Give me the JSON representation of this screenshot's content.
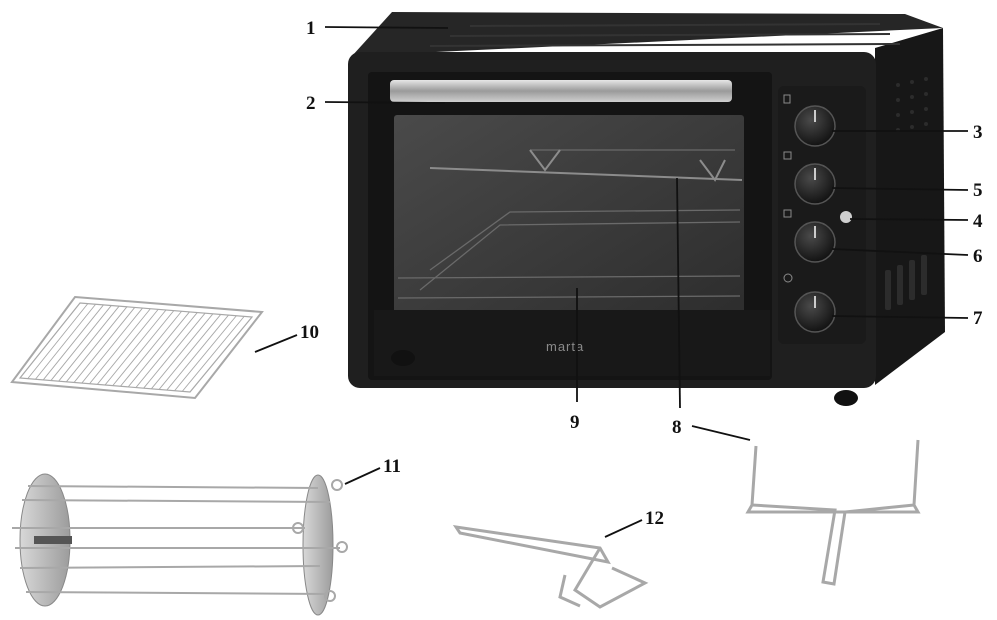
{
  "brand": "marta",
  "callouts": {
    "c1": "1",
    "c2": "2",
    "c3": "3",
    "c4": "4",
    "c5": "5",
    "c6": "6",
    "c7": "7",
    "c8": "8",
    "c9": "9",
    "c10": "10",
    "c11": "11",
    "c12": "12"
  },
  "colors": {
    "oven_body": "#1c1c1c",
    "glass": "#3a3a3a",
    "chrome": "#a8a8a8"
  }
}
